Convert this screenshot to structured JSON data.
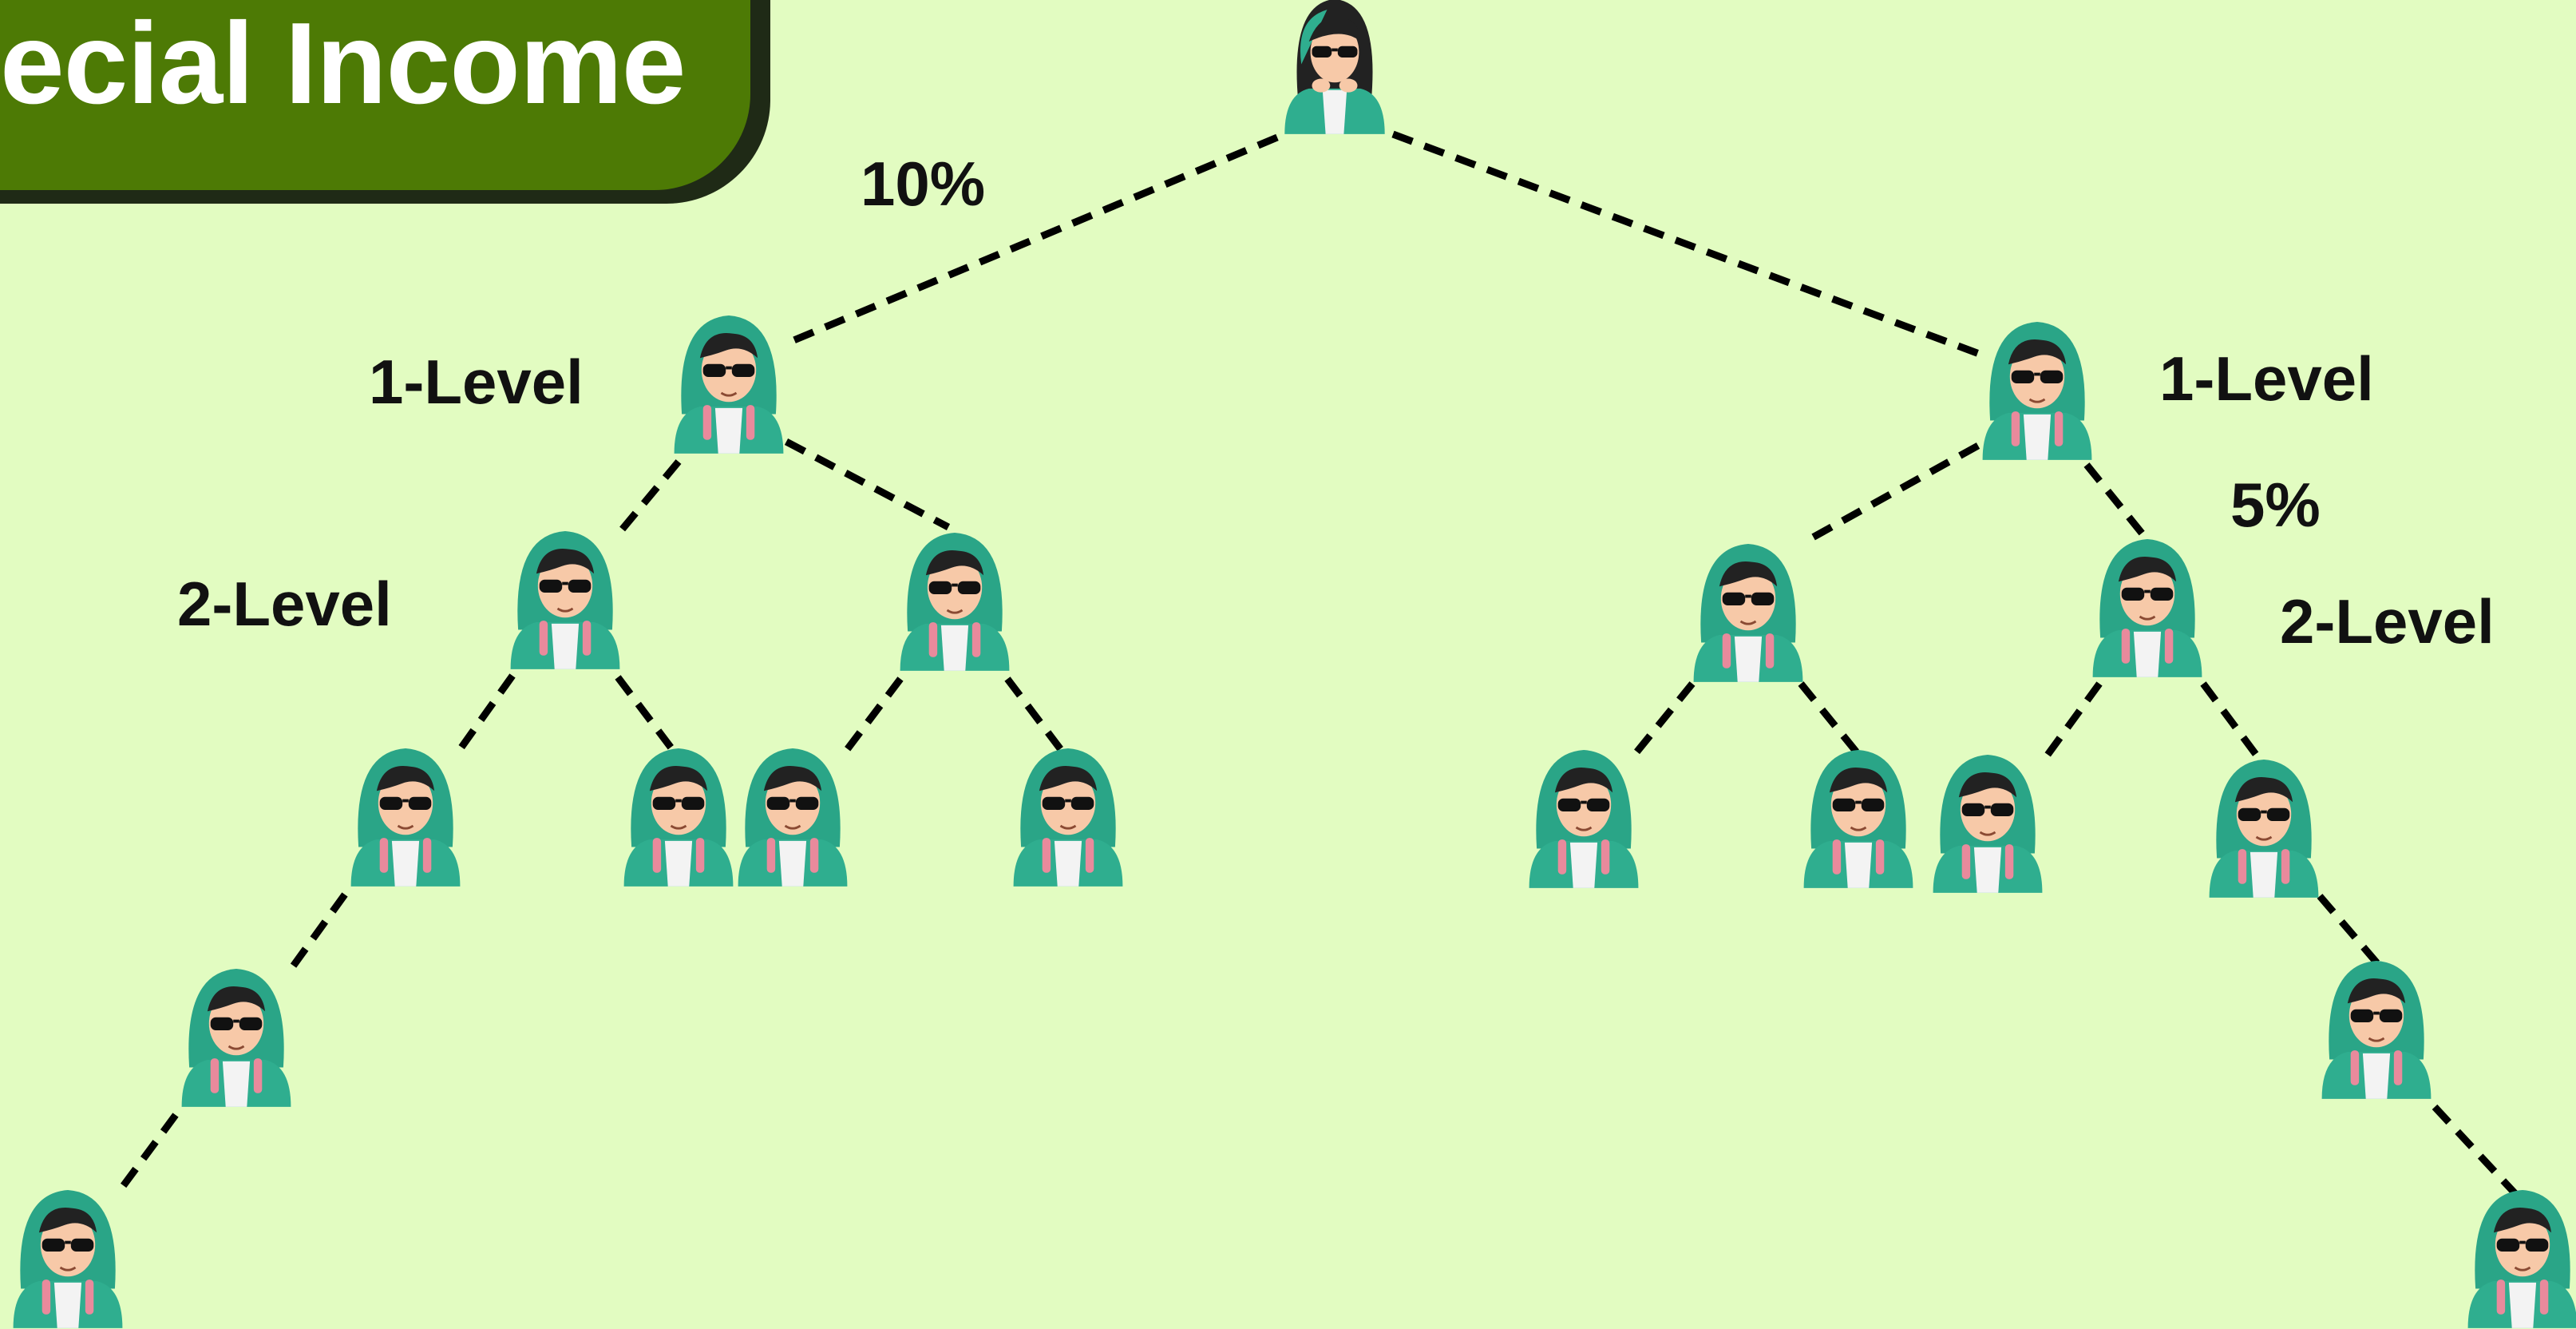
{
  "banner": {
    "title": "ecial Income"
  },
  "labels": {
    "left_pct": "10%",
    "left_level1": "1-Level",
    "left_level2": "2-Level",
    "right_level1": "1-Level",
    "right_pct": "5%",
    "right_level2": "2-Level"
  },
  "colors": {
    "background": "#e2fcc1",
    "banner": "#4d7a05",
    "hoodie": "#2fae8f",
    "drawstring": "#e98a9c",
    "line": "#000000"
  },
  "icons": {
    "member": "person-hoodie-sunglasses-icon",
    "root": "person-long-hair-sunglasses-icon"
  }
}
